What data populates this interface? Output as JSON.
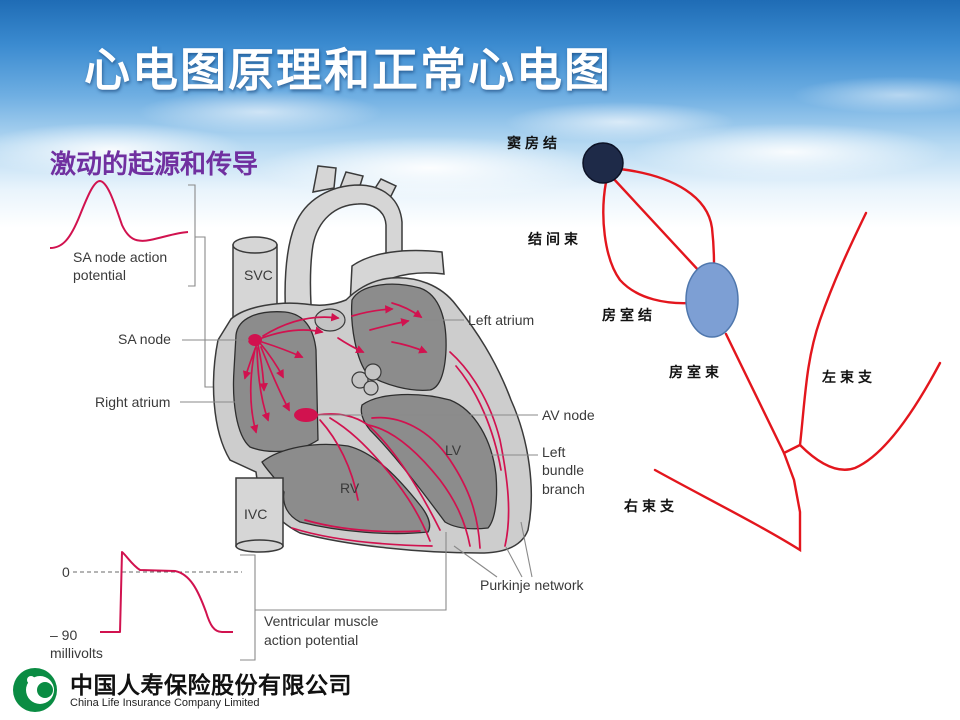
{
  "slide": {
    "title": "心电图原理和正常心电图",
    "subtitle": "激动的起源和传导"
  },
  "heart": {
    "sa_potential_label": [
      "SA node action",
      "potential"
    ],
    "svc": "SVC",
    "sa_node": "SA node",
    "right_atrium": "Right atrium",
    "left_atrium": "Left atrium",
    "av_node": "AV node",
    "lv": "LV",
    "left_bundle_branch": [
      "Left",
      "bundle",
      "branch"
    ],
    "rv": "RV",
    "ivc": "IVC",
    "purkinje_network": "Purkinje network",
    "ventricular_label": [
      "Ventricular muscle",
      "action potential"
    ],
    "axis": {
      "zero": "0",
      "minus_90": "– 90",
      "unit": "millivolts"
    }
  },
  "conduction": {
    "sa_node": "窦房结",
    "internodal_tracts": "结间束",
    "av_node": "房室结",
    "his_bundle": "房室束",
    "left_bundle": "左束支",
    "right_bundle": "右束支"
  },
  "footer": {
    "logo": "china-life-logo",
    "company_cn": "中国人寿保险股份有限公司",
    "company_en": "China Life Insurance Company Limited"
  },
  "colors": {
    "title": "#ffffff",
    "subtitle": "#7030a0",
    "conduction_red": "#e3161d",
    "heart_red": "#d1124f",
    "sa_node": "#1e2a48",
    "av_node": "#7d9fd4",
    "logo_green": "#0a8c43"
  }
}
